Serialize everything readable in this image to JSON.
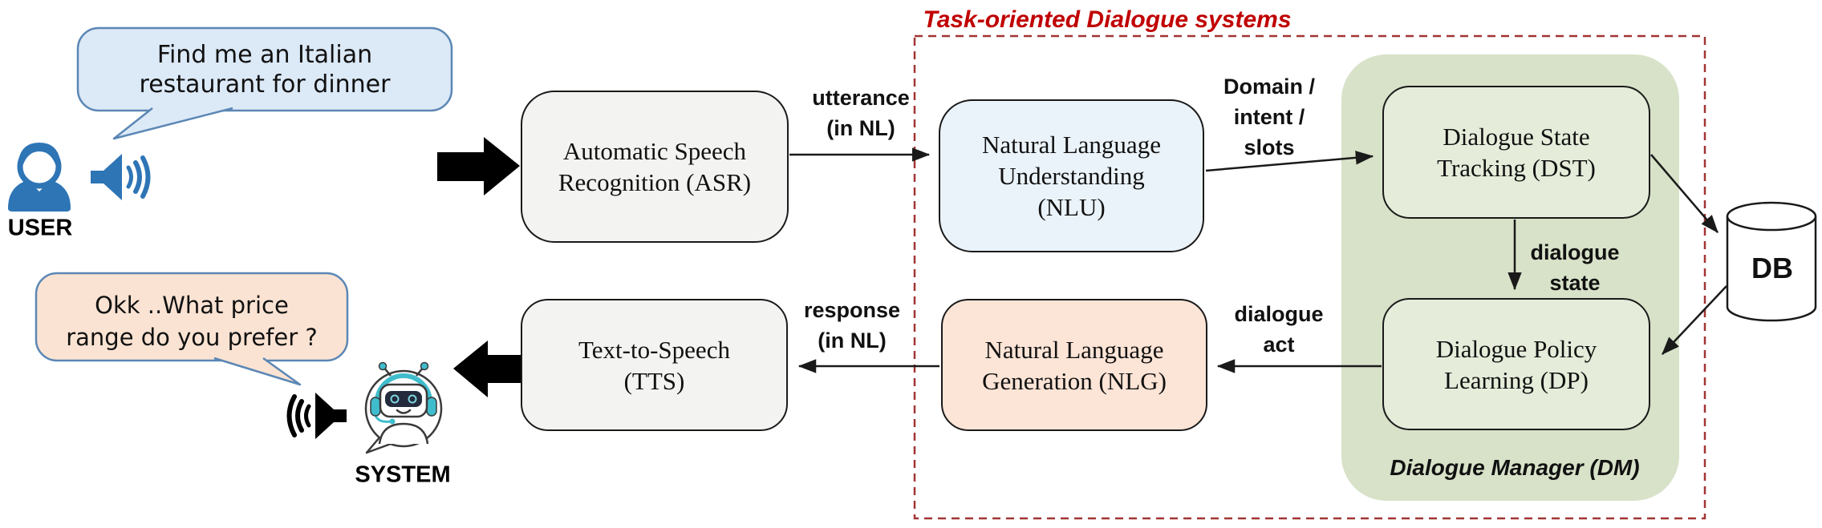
{
  "diagram_title": "Task-oriented Dialogue systems",
  "user": {
    "label": "USER",
    "bubble_line1": "Find me an Italian",
    "bubble_line2": "restaurant for dinner"
  },
  "system": {
    "label": "SYSTEM",
    "bubble_line1": "Okk ..What price",
    "bubble_line2": "range do you prefer ?"
  },
  "boxes": {
    "asr": {
      "line1": "Automatic Speech",
      "line2": "Recognition (ASR)"
    },
    "nlu": {
      "line1": "Natural Language",
      "line2": "Understanding",
      "line3": "(NLU)"
    },
    "dst": {
      "line1": "Dialogue State",
      "line2": "Tracking (DST)"
    },
    "dp": {
      "line1": "Dialogue Policy",
      "line2": "Learning (DP)"
    },
    "nlg": {
      "line1": "Natural Language",
      "line2": "Generation (NLG)"
    },
    "tts": {
      "line1": "Text-to-Speech",
      "line2": "(TTS)"
    }
  },
  "edge_labels": {
    "utterance": {
      "line1": "utterance",
      "line2": "(in NL)"
    },
    "nlu_output": {
      "line1": "Domain /",
      "line2": "intent /",
      "line3": "slots"
    },
    "dialogue_state": {
      "line1": "dialogue",
      "line2": "state"
    },
    "dialogue_act": {
      "line1": "dialogue",
      "line2": "act"
    },
    "response": {
      "line1": "response",
      "line2": "(in NL)"
    }
  },
  "dm_label": "Dialogue Manager (DM)",
  "db_label": "DB",
  "colors": {
    "title-red": "#c00000",
    "dash-red": "#a23434",
    "icon-blue": "#2e75b6",
    "ink": "#1a1a1a",
    "gray-box": "#f3f3f1",
    "blue-box": "#ebf3fa",
    "peach-box": "#fce4d6",
    "green-box": "#e5edda",
    "green-dm": "#d7e2c8",
    "user-bubble": "#dce9f7",
    "system-bubble": "#fbe3d3",
    "bubble-border": "#5b87b5",
    "robot-teal": "#3fbdcd",
    "robot-visor": "#232b3c"
  }
}
